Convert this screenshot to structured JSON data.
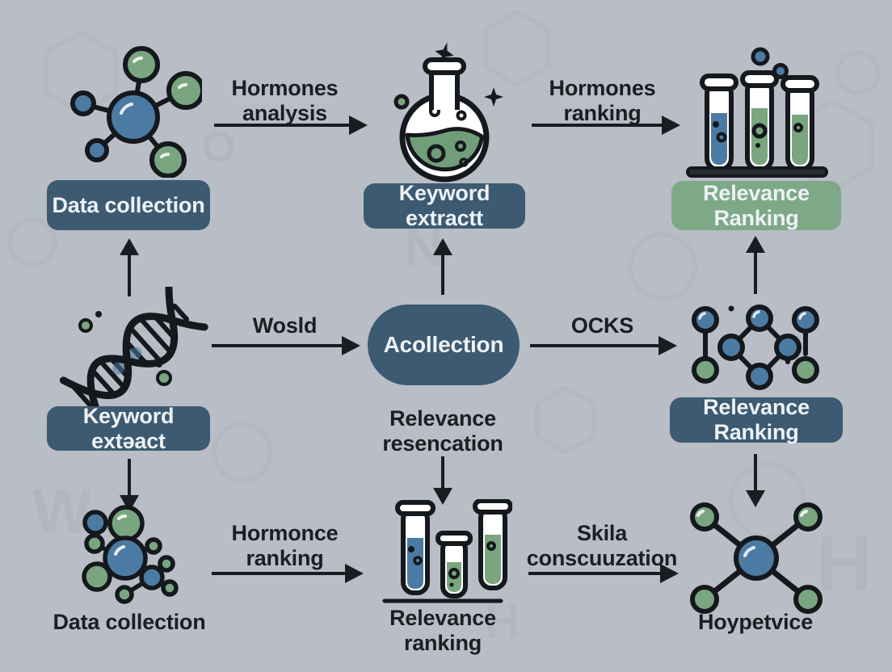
{
  "canvas": {
    "background": "#b9bdc5"
  },
  "colors": {
    "dark_box": "#3c5a71",
    "green_box": "#7ea987",
    "blue_atom": "#4b7ba3",
    "green_atom": "#79a67f",
    "outline": "#15181d",
    "arrow": "#191c21",
    "text_dark": "#1b1e23",
    "text_light": "#edf2f6"
  },
  "nodes": {
    "top_left": {
      "icon": "molecule-icon",
      "label": "Data collection"
    },
    "top_center": {
      "icon": "flask-icon",
      "label": "Keyword extractt"
    },
    "top_right": {
      "icon": "test-tubes-rack-icon",
      "label": "Relevance Ranking"
    },
    "mid_left": {
      "icon": "dna-icon",
      "label": "Keyword extəact"
    },
    "mid_center": {
      "icon": "none",
      "label": "Acollection"
    },
    "mid_right": {
      "icon": "molecule-network-icon",
      "label": "Relevance Ranking"
    },
    "bottom_left": {
      "icon": "molecule-cluster-icon",
      "caption": "Data collection"
    },
    "bottom_center": {
      "icon": "test-tubes-icon",
      "caption": "Relevance\nranking"
    },
    "bottom_right": {
      "icon": "x-molecule-icon",
      "caption": "Hoypetvice"
    }
  },
  "edges": {
    "top_left_arrow": {
      "label": "Hormones\nanalysis",
      "direction": "right"
    },
    "top_right_arrow": {
      "label": "Hormones\nranking",
      "direction": "right"
    },
    "mid_left_arrow": {
      "label": "Wosld",
      "direction": "right"
    },
    "mid_right_arrow": {
      "label": "OCKS",
      "direction": "right"
    },
    "mid_center_down": {
      "label": "Relevance\nresencation",
      "direction": "down"
    },
    "bottom_left_arrow": {
      "label": "Hormonce\nranking",
      "direction": "right"
    },
    "bottom_right_arrow": {
      "label": "Skila\nconscuuzation",
      "direction": "right"
    },
    "col_left_up": {
      "direction": "up"
    },
    "col_center_up": {
      "direction": "up"
    },
    "col_right_up": {
      "direction": "up"
    },
    "col_left_down": {
      "direction": "down"
    },
    "col_center_down": {
      "direction": "down"
    },
    "col_right_down": {
      "direction": "down"
    }
  }
}
